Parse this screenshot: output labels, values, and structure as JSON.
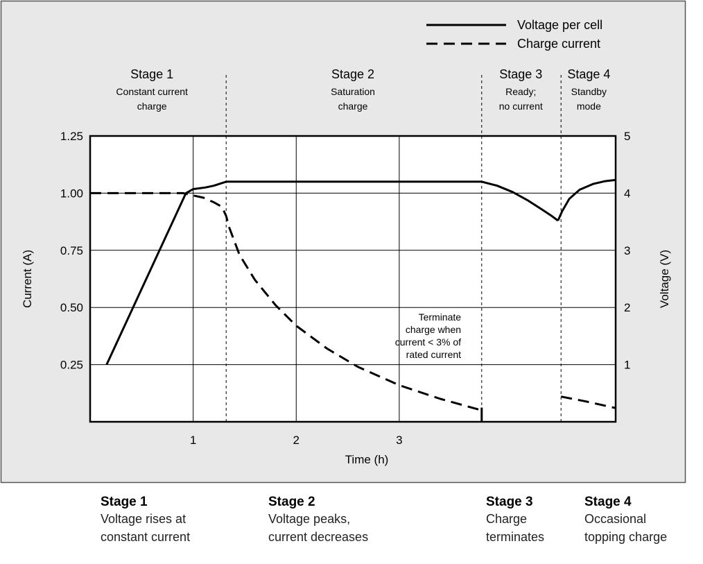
{
  "chart_data": {
    "type": "line",
    "xlabel": "Time (h)",
    "ylabel_left": "Current (A)",
    "ylabel_right": "Voltage (V)",
    "xlim": [
      0,
      5.1
    ],
    "ylim_left": [
      0,
      1.25
    ],
    "ylim_right": [
      0,
      5
    ],
    "x_ticks": [
      "1",
      "2",
      "3"
    ],
    "x_tick_values": [
      1,
      2,
      3
    ],
    "y_left_ticks": [
      "0.25",
      "0.50",
      "0.75",
      "1.00",
      "1.25"
    ],
    "y_left_tick_values": [
      0.25,
      0.5,
      0.75,
      1.0,
      1.25
    ],
    "y_right_ticks": [
      "1",
      "2",
      "3",
      "4",
      "5"
    ],
    "y_right_tick_values": [
      1,
      2,
      3,
      4,
      5
    ],
    "grid": true,
    "legend_position": "top-right",
    "stage_boundaries": [
      1.32,
      3.8,
      4.57
    ],
    "stages": [
      {
        "title": "Stage 1",
        "desc": [
          "Constant current",
          "charge"
        ],
        "x": 0.6
      },
      {
        "title": "Stage 2",
        "desc": [
          "Saturation",
          "charge"
        ],
        "x": 2.55
      },
      {
        "title": "Stage 3",
        "desc": [
          "Ready;",
          "no current"
        ],
        "x": 4.18
      },
      {
        "title": "Stage 4",
        "desc": [
          "Standby",
          "mode"
        ],
        "x": 4.84
      }
    ],
    "annotation": [
      "Terminate",
      "charge when",
      "current < 3% of",
      "rated current"
    ],
    "series": [
      {
        "name": "Voltage per cell",
        "axis": "right",
        "style": "solid",
        "color": "#000000",
        "segments": [
          [
            [
              0.16,
              1.0
            ],
            [
              0.93,
              4.0
            ],
            [
              1.0,
              4.07
            ],
            [
              1.12,
              4.1
            ],
            [
              1.2,
              4.13
            ],
            [
              1.32,
              4.2
            ],
            [
              3.8,
              4.2
            ],
            [
              3.95,
              4.13
            ],
            [
              4.1,
              4.02
            ],
            [
              4.25,
              3.87
            ],
            [
              4.38,
              3.72
            ],
            [
              4.48,
              3.6
            ],
            [
              4.54,
              3.52
            ]
          ],
          [
            [
              4.54,
              3.52
            ],
            [
              4.58,
              3.68
            ],
            [
              4.65,
              3.9
            ],
            [
              4.75,
              4.06
            ],
            [
              4.88,
              4.16
            ],
            [
              5.0,
              4.21
            ],
            [
              5.1,
              4.23
            ]
          ]
        ]
      },
      {
        "name": "Charge current",
        "axis": "left",
        "style": "dashed",
        "color": "#000000",
        "segments": [
          [
            [
              0.0,
              1.0
            ],
            [
              0.9,
              1.0
            ],
            [
              1.0,
              0.99
            ],
            [
              1.1,
              0.98
            ],
            [
              1.2,
              0.96
            ],
            [
              1.28,
              0.94
            ],
            [
              1.32,
              0.9
            ],
            [
              1.35,
              0.85
            ],
            [
              1.45,
              0.73
            ],
            [
              1.6,
              0.62
            ],
            [
              1.8,
              0.51
            ],
            [
              2.0,
              0.42
            ],
            [
              2.3,
              0.32
            ],
            [
              2.6,
              0.24
            ],
            [
              3.0,
              0.16
            ],
            [
              3.4,
              0.1
            ],
            [
              3.8,
              0.05
            ]
          ],
          [
            [
              4.57,
              0.11
            ],
            [
              4.8,
              0.09
            ],
            [
              5.1,
              0.06
            ]
          ]
        ]
      }
    ]
  },
  "bottom_panels": [
    {
      "title": "Stage 1",
      "line1": "Voltage rises at",
      "line2": "constant current"
    },
    {
      "title": "Stage 2",
      "line1": "Voltage peaks,",
      "line2": "current decreases"
    },
    {
      "title": "Stage 3",
      "line1": "Charge",
      "line2": "terminates"
    },
    {
      "title": "Stage 4",
      "line1": "Occasional",
      "line2": "topping charge"
    }
  ],
  "colors": {
    "panel_background": "#e8e8e8",
    "plot_background": "#ffffff",
    "line": "#000000"
  }
}
